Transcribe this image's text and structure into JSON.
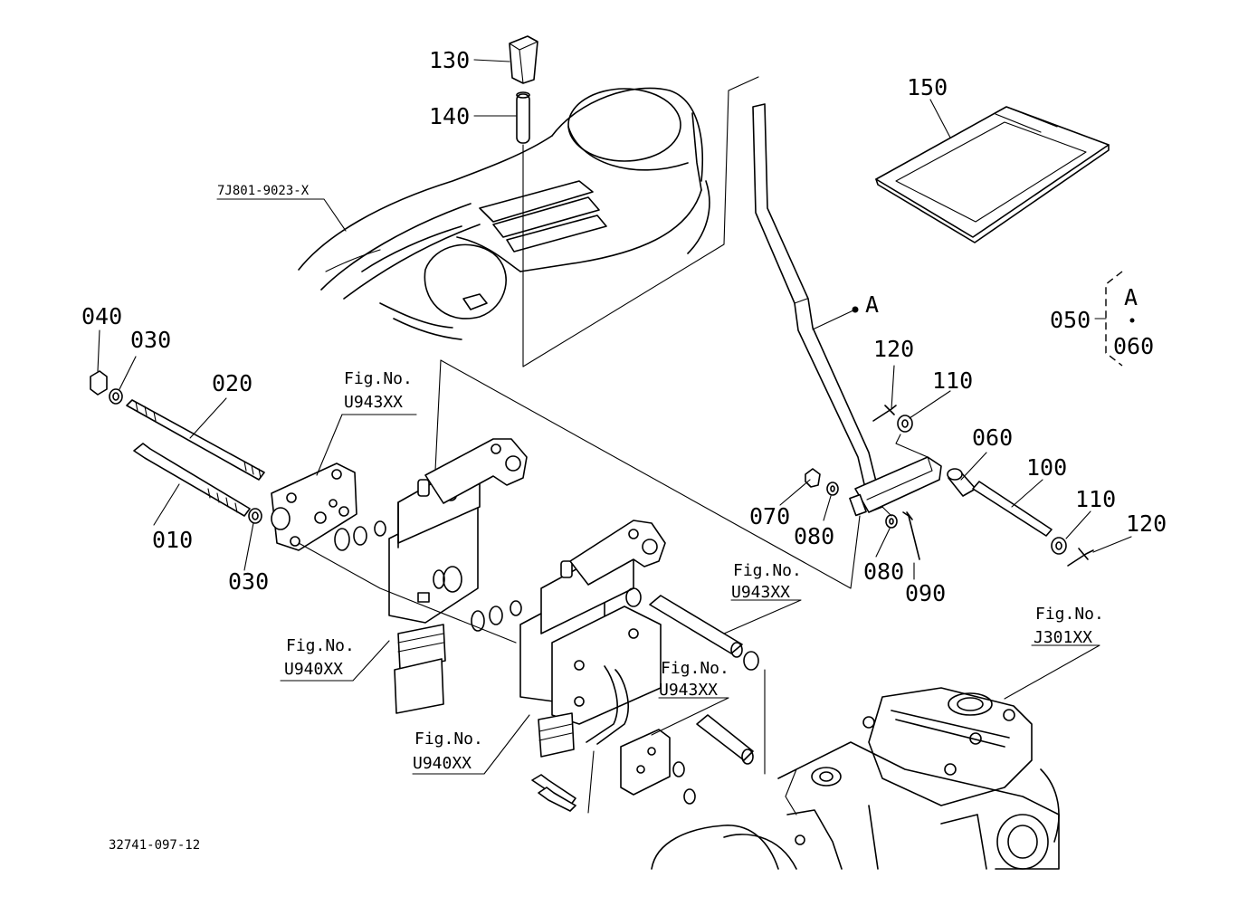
{
  "parts": {
    "p130": "130",
    "p140": "140",
    "p150": "150",
    "p040": "040",
    "p030_top": "030",
    "p020": "020",
    "p010": "010",
    "p030_bottom": "030",
    "p120_top": "120",
    "p110_top": "110",
    "p060": "060",
    "p100": "100",
    "p110_bottom": "110",
    "p120_bottom": "120",
    "p070": "070",
    "p080_left": "080",
    "p080_right": "080",
    "p090": "090",
    "p050": "050",
    "p060_ref": "060"
  },
  "ref_points": {
    "a_lever": "A",
    "a_box": "A"
  },
  "assembly_ref": "7J801-9023-X",
  "fig_refs": {
    "top_u943": {
      "title": "Fig.No.",
      "code": "U943XX"
    },
    "mid_u943": {
      "title": "Fig.No.",
      "code": "U943XX"
    },
    "low_u943": {
      "title": "Fig.No.",
      "code": "U943XX"
    },
    "left_u940": {
      "title": "Fig.No.",
      "code": "U940XX"
    },
    "bottom_u940": {
      "title": "Fig.No.",
      "code": "U940XX"
    },
    "right_j301": {
      "title": "Fig.No.",
      "code": "J301XX"
    }
  },
  "drawing_number": "32741-097-12"
}
